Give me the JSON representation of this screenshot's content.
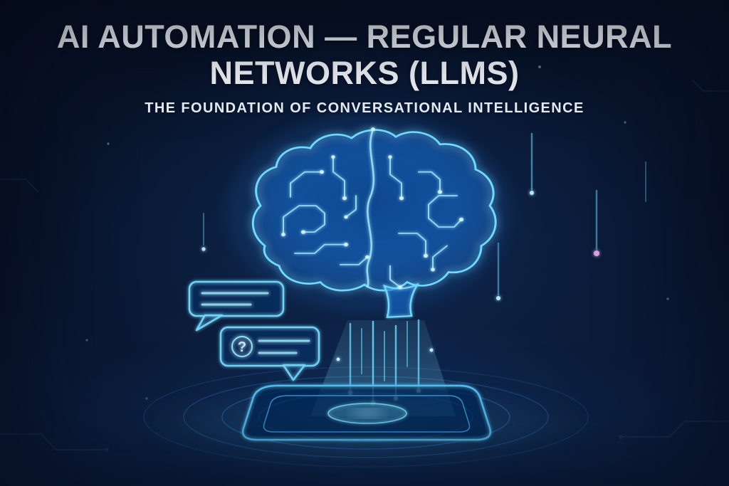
{
  "poster": {
    "title_line1": "AI AUTOMATION — REGULAR NEURAL",
    "title_line2": "NETWORKS (LLMs)",
    "subtitle": "THE FOUNDATION OF CONVERSATIONAL INTELLIGENCE"
  },
  "illustration": {
    "question_mark": "?",
    "icons": [
      "brain-circuit-icon",
      "chat-bubble-icon",
      "question-chat-bubble-icon",
      "hologram-platform-icon",
      "data-stream-beams",
      "light-streak"
    ],
    "colors": {
      "background_top": "#071022",
      "background_bottom": "#0d1f40",
      "glow_cyan": "#35c4f0",
      "bright_cyan": "#8fe3ff",
      "deep_blue": "#1668c8",
      "ring_blue": "#2e7fd6",
      "accent_pink": "#d9a0e8",
      "title_text": "#f2f6fb"
    }
  }
}
